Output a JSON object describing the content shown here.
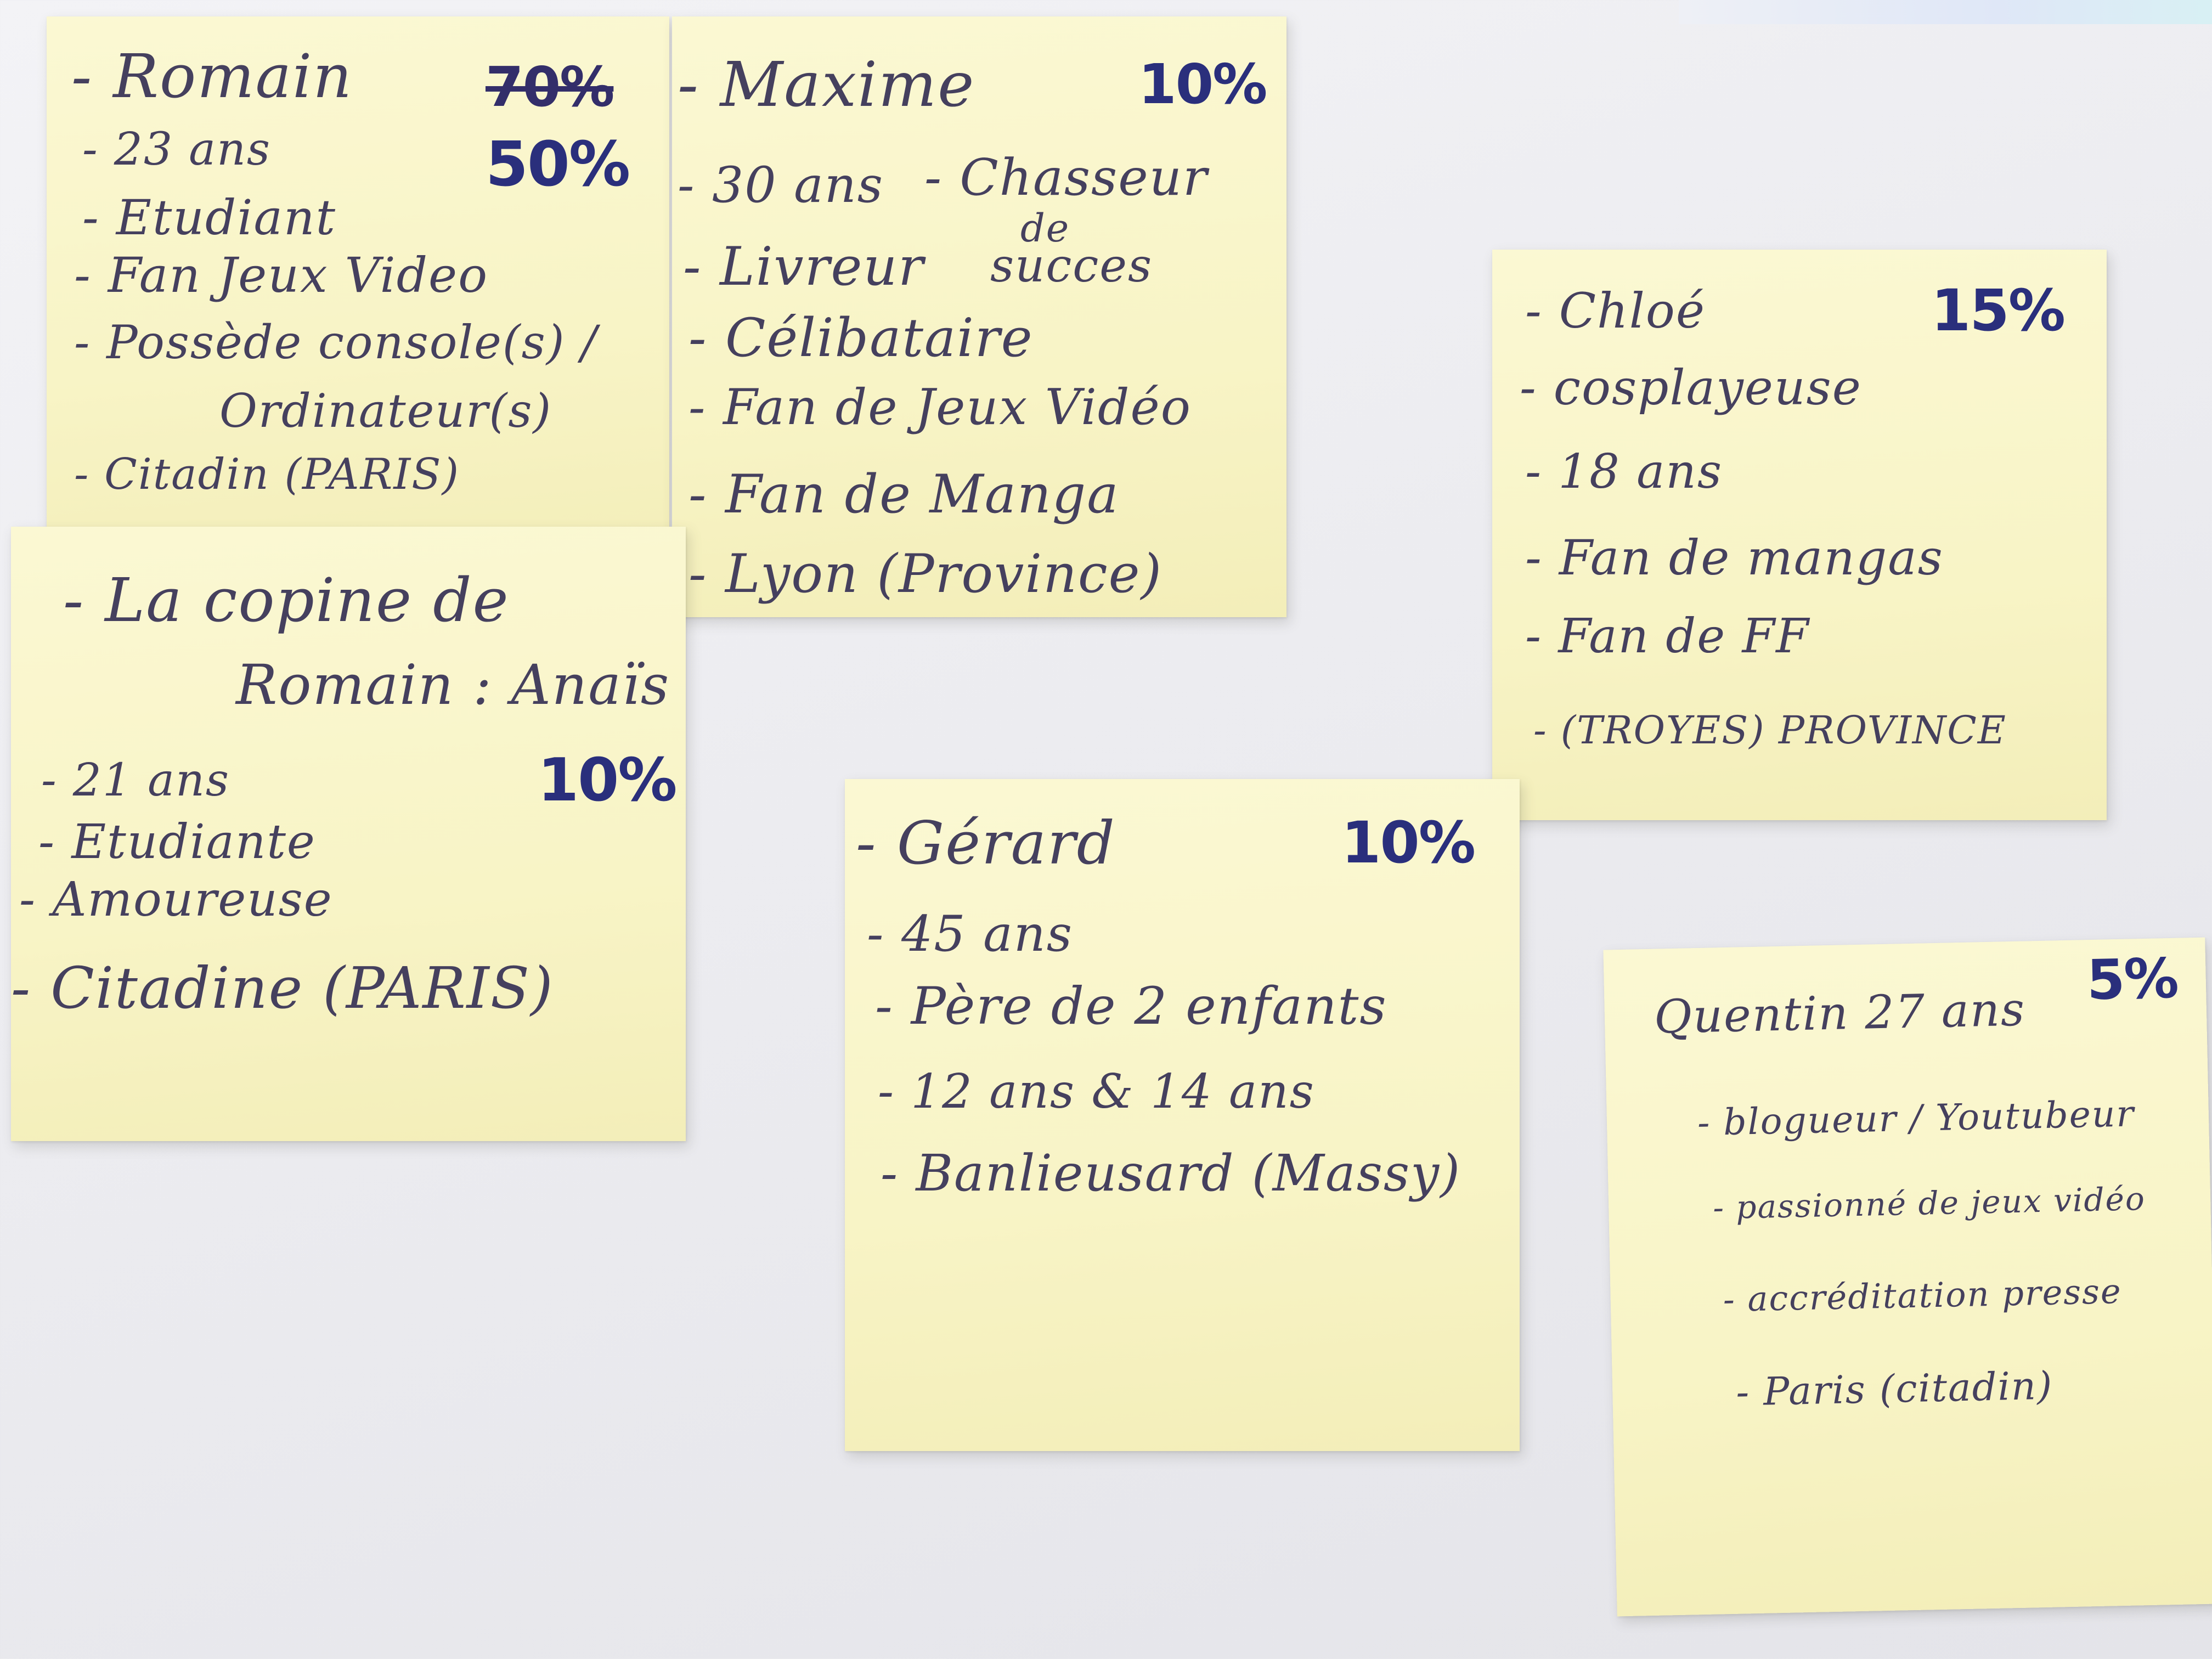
{
  "notes": {
    "romain": {
      "lines": [
        "- Romain",
        "- 23 ans",
        "- Etudiant",
        "- Fan Jeux Video",
        "- Possède console(s) /",
        "Ordinateur(s)",
        "- Citadin (PARIS)"
      ],
      "pct_old": "70%",
      "pct": "50%"
    },
    "maxime": {
      "lines": [
        "- Maxime",
        "- 30 ans",
        "- Livreur",
        "- Célibataire",
        "- Fan de Jeux Vidéo",
        "- Fan de Manga",
        "- Lyon (Province)"
      ],
      "side_lines": [
        "- Chasseur",
        "de",
        "succes"
      ],
      "pct": "10%"
    },
    "anais": {
      "lines": [
        "- La copine de",
        "Romain : Anaïs",
        "- 21 ans",
        "- Etudiante",
        "- Amoureuse",
        "- Citadine (PARIS)"
      ],
      "pct": "10%"
    },
    "chloe": {
      "lines": [
        "- Chloé",
        "- cosplayeuse",
        "- 18 ans",
        "- Fan de mangas",
        "- Fan de FF",
        "- (TROYES) PROVINCE"
      ],
      "pct": "15%"
    },
    "gerard": {
      "lines": [
        "- Gérard",
        "- 45 ans",
        "- Père de 2 enfants",
        "- 12 ans & 14 ans",
        "- Banlieusard (Massy)"
      ],
      "pct": "10%"
    },
    "quentin": {
      "lines": [
        "Quentin 27 ans",
        "- blogueur / Youtubeur",
        "- passionné de jeux vidéo",
        "- accréditation presse",
        "- Paris (citadin)"
      ],
      "pct": "5%"
    }
  }
}
